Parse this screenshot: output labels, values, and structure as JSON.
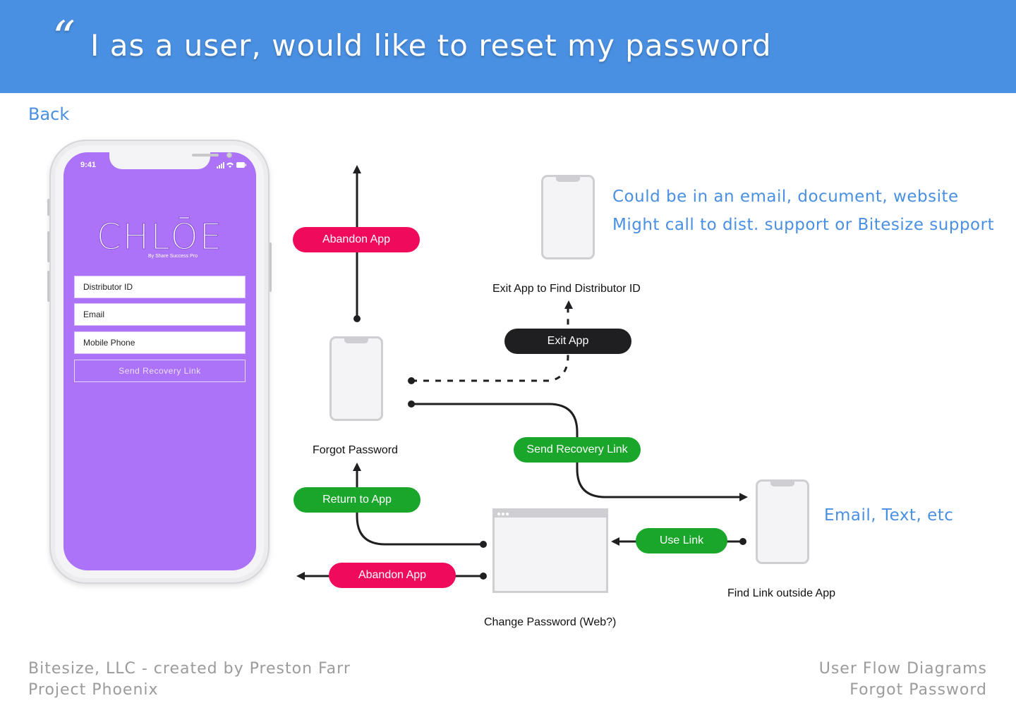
{
  "header": {
    "quote_mark": "“",
    "title": "I as a user, would like to reset my password",
    "background_color": "#4a90e2"
  },
  "nav": {
    "back_label": "Back"
  },
  "phone_screen": {
    "time": "9:41",
    "logo_text": "CHLŌE",
    "logo_subtitle": "By Share Success Pro",
    "fields": {
      "distributor_id": "Distributor ID",
      "email": "Email",
      "mobile_phone": "Mobile Phone"
    },
    "send_button": "Send Recovery Link",
    "screen_color": "#ac72f7"
  },
  "diagram": {
    "nodes": {
      "forgot_password": "Forgot Password",
      "exit_app_find_id": "Exit App to Find Distributor ID",
      "find_link_outside": "Find Link outside App",
      "change_password": "Change Password (Web?)"
    },
    "actions": {
      "abandon_app_top": "Abandon App",
      "exit_app": "Exit App",
      "send_recovery_link": "Send Recovery Link",
      "return_to_app": "Return to App",
      "use_link": "Use Link",
      "abandon_app_bottom": "Abandon App"
    },
    "notes": {
      "exit_line1": "Could be in an email, document, website",
      "exit_line2": "Might call to dist. support or Bitesize support",
      "link_note": "Email, Text, etc"
    },
    "colors": {
      "abandon": "#ef0a5c",
      "proceed": "#1aa52b",
      "exit": "#1f1f21",
      "note": "#4a90e2"
    }
  },
  "footer": {
    "left_line1": "Bitesize, LLC - created by Preston Farr",
    "left_line2": "Project Phoenix",
    "right_line1": "User Flow Diagrams",
    "right_line2": "Forgot Password"
  }
}
